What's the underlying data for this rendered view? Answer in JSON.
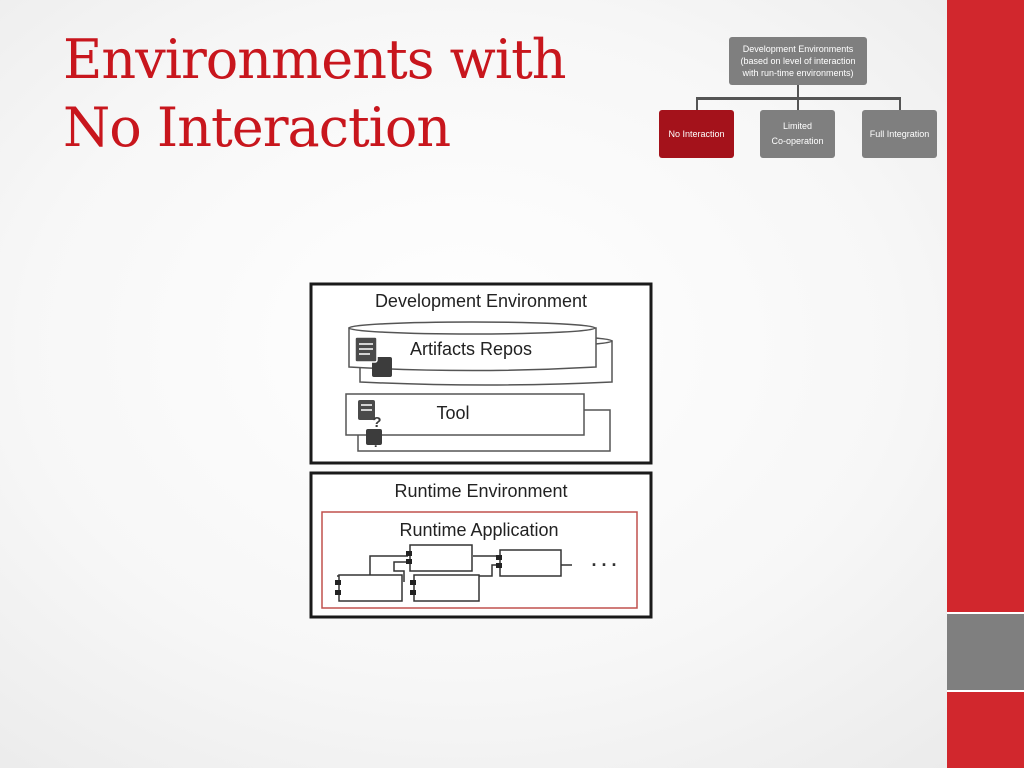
{
  "title": {
    "line1": "Environments with",
    "line2": "No Interaction"
  },
  "tree": {
    "root_lines": [
      "Development Environments",
      "(based on level of interaction",
      "with run-time environments)"
    ],
    "children": [
      {
        "label": "No Interaction",
        "highlight": true
      },
      {
        "label_lines": [
          "Limited",
          "Co-operation"
        ]
      },
      {
        "label": "Full Integration"
      }
    ]
  },
  "diagram": {
    "dev_env_label": "Development Environment",
    "artifacts_label": "Artifacts Repos",
    "tool_label": "Tool",
    "tool_icon_glyph": "?",
    "runtime_env_label": "Runtime Environment",
    "runtime_app_label": "Runtime Application",
    "ellipsis": ". . ."
  },
  "colors": {
    "accent_red": "#d1272d",
    "title_red": "#c8161d",
    "box_grey": "#7f7f7f",
    "highlight_red": "#a4121b"
  }
}
